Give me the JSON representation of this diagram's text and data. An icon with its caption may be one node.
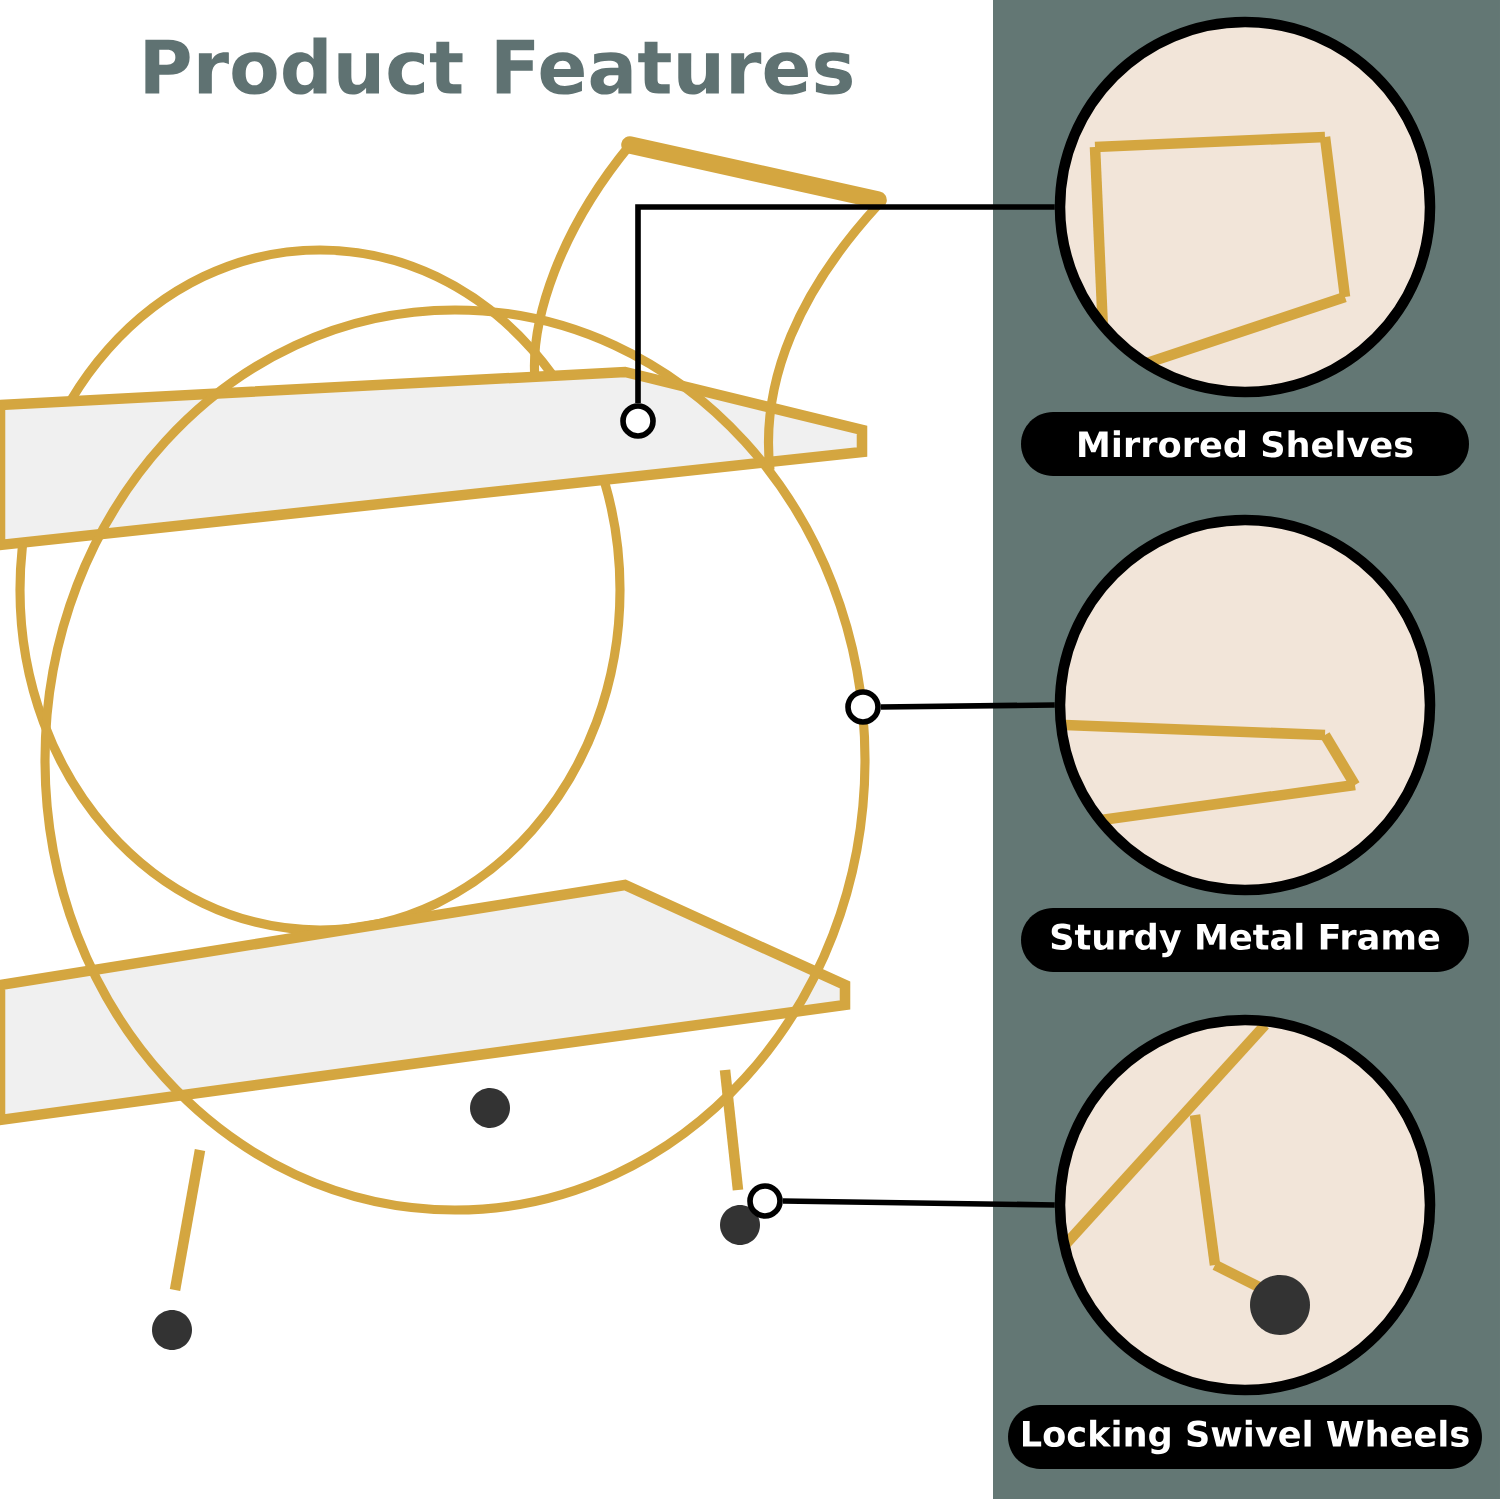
{
  "diagram": {
    "title": "Product Features",
    "nodes": [
      {
        "text": [],
        "shape": "picture"
      },
      {
        "text": [
          "Mirrored Shelves"
        ]
      },
      {
        "text": [],
        "shape": "picture"
      },
      {
        "text": [
          "Sturdy Metal Frame"
        ]
      },
      {
        "text": [],
        "shape": "picture"
      },
      {
        "text": [
          "Locking Swivel Wheels"
        ]
      },
      {
        "text": [],
        "shape": "circle"
      },
      {
        "text": [],
        "shape": "circle"
      },
      {
        "text": [],
        "shape": "circle"
      }
    ],
    "edges": [
      {
        "from": 0,
        "to": 6,
        "arrow": "none"
      },
      {
        "from": 2,
        "to": 7,
        "arrow": "none"
      },
      {
        "from": 4,
        "to": 8,
        "arrow": "none"
      }
    ]
  }
}
